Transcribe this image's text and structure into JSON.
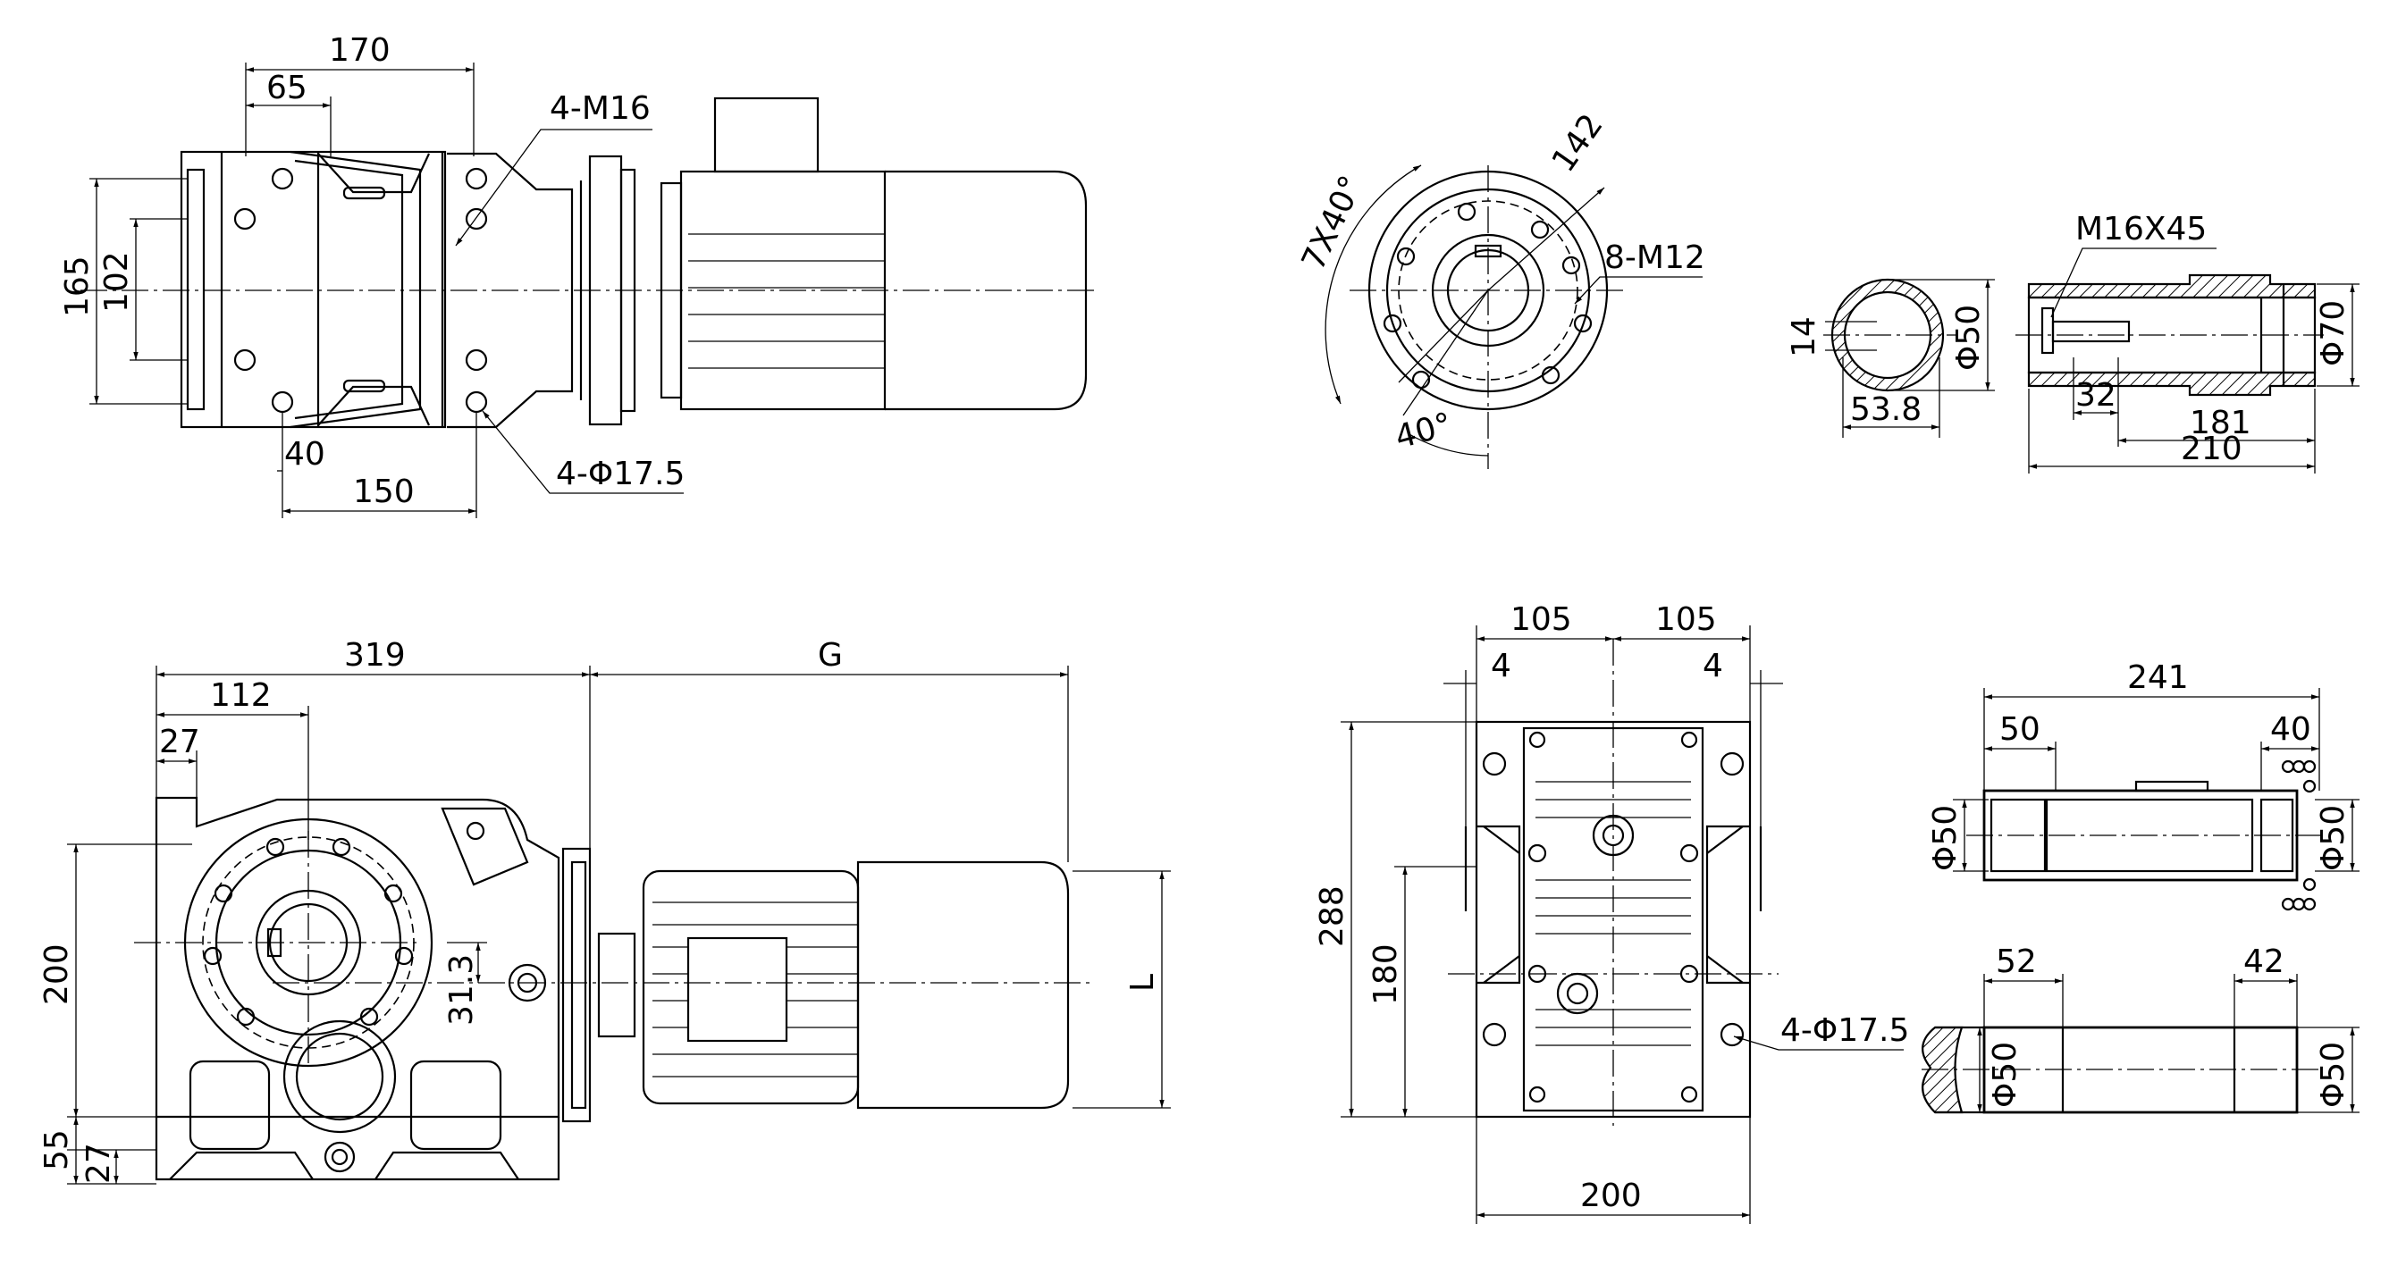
{
  "labels": {
    "d170": "170",
    "d65": "65",
    "m16": "4-M16",
    "d165": "165",
    "d102": "102",
    "d40": "40",
    "d150": "150",
    "hole175": "4-Φ17.5",
    "d142": "142",
    "ang7x40": "7X40°",
    "m12": "8-M12",
    "ang40": "40°",
    "m16x45": "M16X45",
    "d14": "14",
    "d50a": "Φ50",
    "d538": "53.8",
    "d70": "Φ70",
    "d32": "32",
    "d181": "181",
    "d210": "210",
    "d319": "319",
    "dG": "G",
    "d112": "112",
    "d27a": "27",
    "d200a": "200",
    "d313": "31.3",
    "dL": "L",
    "d55": "55",
    "d27b": "27",
    "d105a": "105",
    "d105b": "105",
    "d4a": "4",
    "d4b": "4",
    "d288": "288",
    "d180": "180",
    "hole175b": "4-Φ17.5",
    "d200b": "200",
    "d241": "241",
    "d50b": "50",
    "d40b": "40",
    "d50c": "Φ50",
    "d50d": "Φ50",
    "d52": "52",
    "d42": "42",
    "d50e": "Φ50",
    "d50f": "Φ50"
  }
}
